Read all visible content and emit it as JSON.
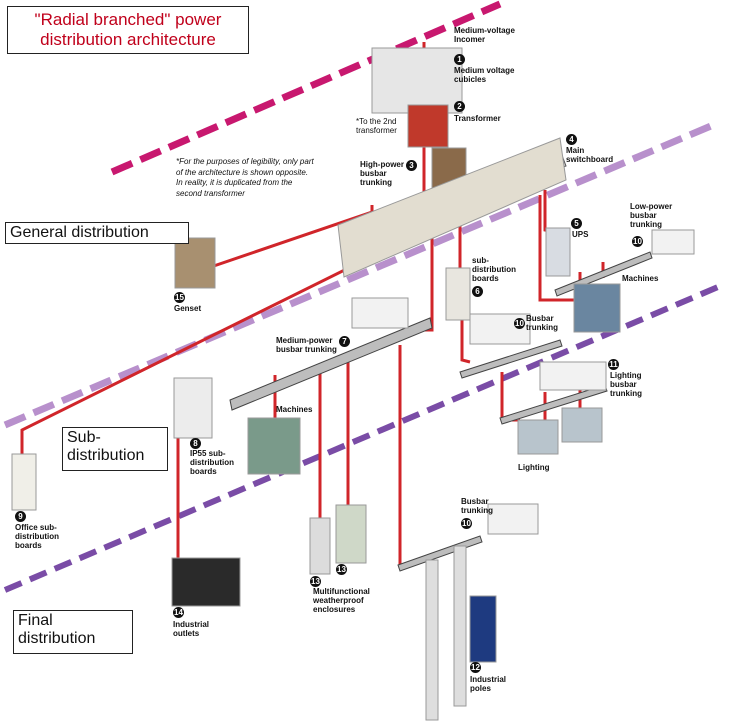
{
  "title": "\"Radial branched\" power distribution architecture",
  "zones": {
    "general": "General distribution",
    "sub": "Sub-distribution",
    "final": "Final distribution"
  },
  "note": "*For the purposes of legibility, only part of the architecture is shown opposite. In reality, it is duplicated from the second transformer",
  "labels": {
    "mv_incomer": "Medium-voltage Incomer",
    "mv_cubicles": "Medium voltage cubicles",
    "to_2nd_transformer": "*To the 2nd transformer",
    "transformer": "Transformer",
    "high_power_busbar": "High-power busbar trunking",
    "main_switchboard": "Main switchboard",
    "ups": "UPS",
    "low_power_busbar": "Low-power busbar trunking",
    "machines_1": "Machines",
    "sub_distribution_boards": "sub-distribution boards",
    "busbar_trunking_1": "Busbar trunking",
    "lighting_busbar": "Lighting busbar trunking",
    "lighting": "Lighting",
    "genset": "Genset",
    "medium_power_busbar": "Medium-power busbar trunking",
    "machines_2": "Machines",
    "ip55_boards": "IP55 sub-distribution boards",
    "office_boards": "Office sub-distribution boards",
    "busbar_trunking_2": "Busbar trunking",
    "weatherproof": "Multifunctional weatherproof enclosures",
    "industrial_outlets": "Industrial outlets",
    "industrial_poles": "Industrial poles"
  },
  "numbers": {
    "n1": "1",
    "n2": "2",
    "n3": "3",
    "n4": "4",
    "n5": "5",
    "n6": "6",
    "n7": "7",
    "n8": "8",
    "n9": "9",
    "n10a": "10",
    "n10b": "10",
    "n10c": "10",
    "n11": "11",
    "n12": "12",
    "n13a": "13",
    "n13b": "13",
    "n14": "14",
    "n15": "15"
  },
  "colors": {
    "cable": "#d0252a",
    "band_magenta": "#c8186f",
    "band_violet_light": "#a880c0",
    "band_violet": "#7a4ca6",
    "title_red": "#c0001b"
  }
}
